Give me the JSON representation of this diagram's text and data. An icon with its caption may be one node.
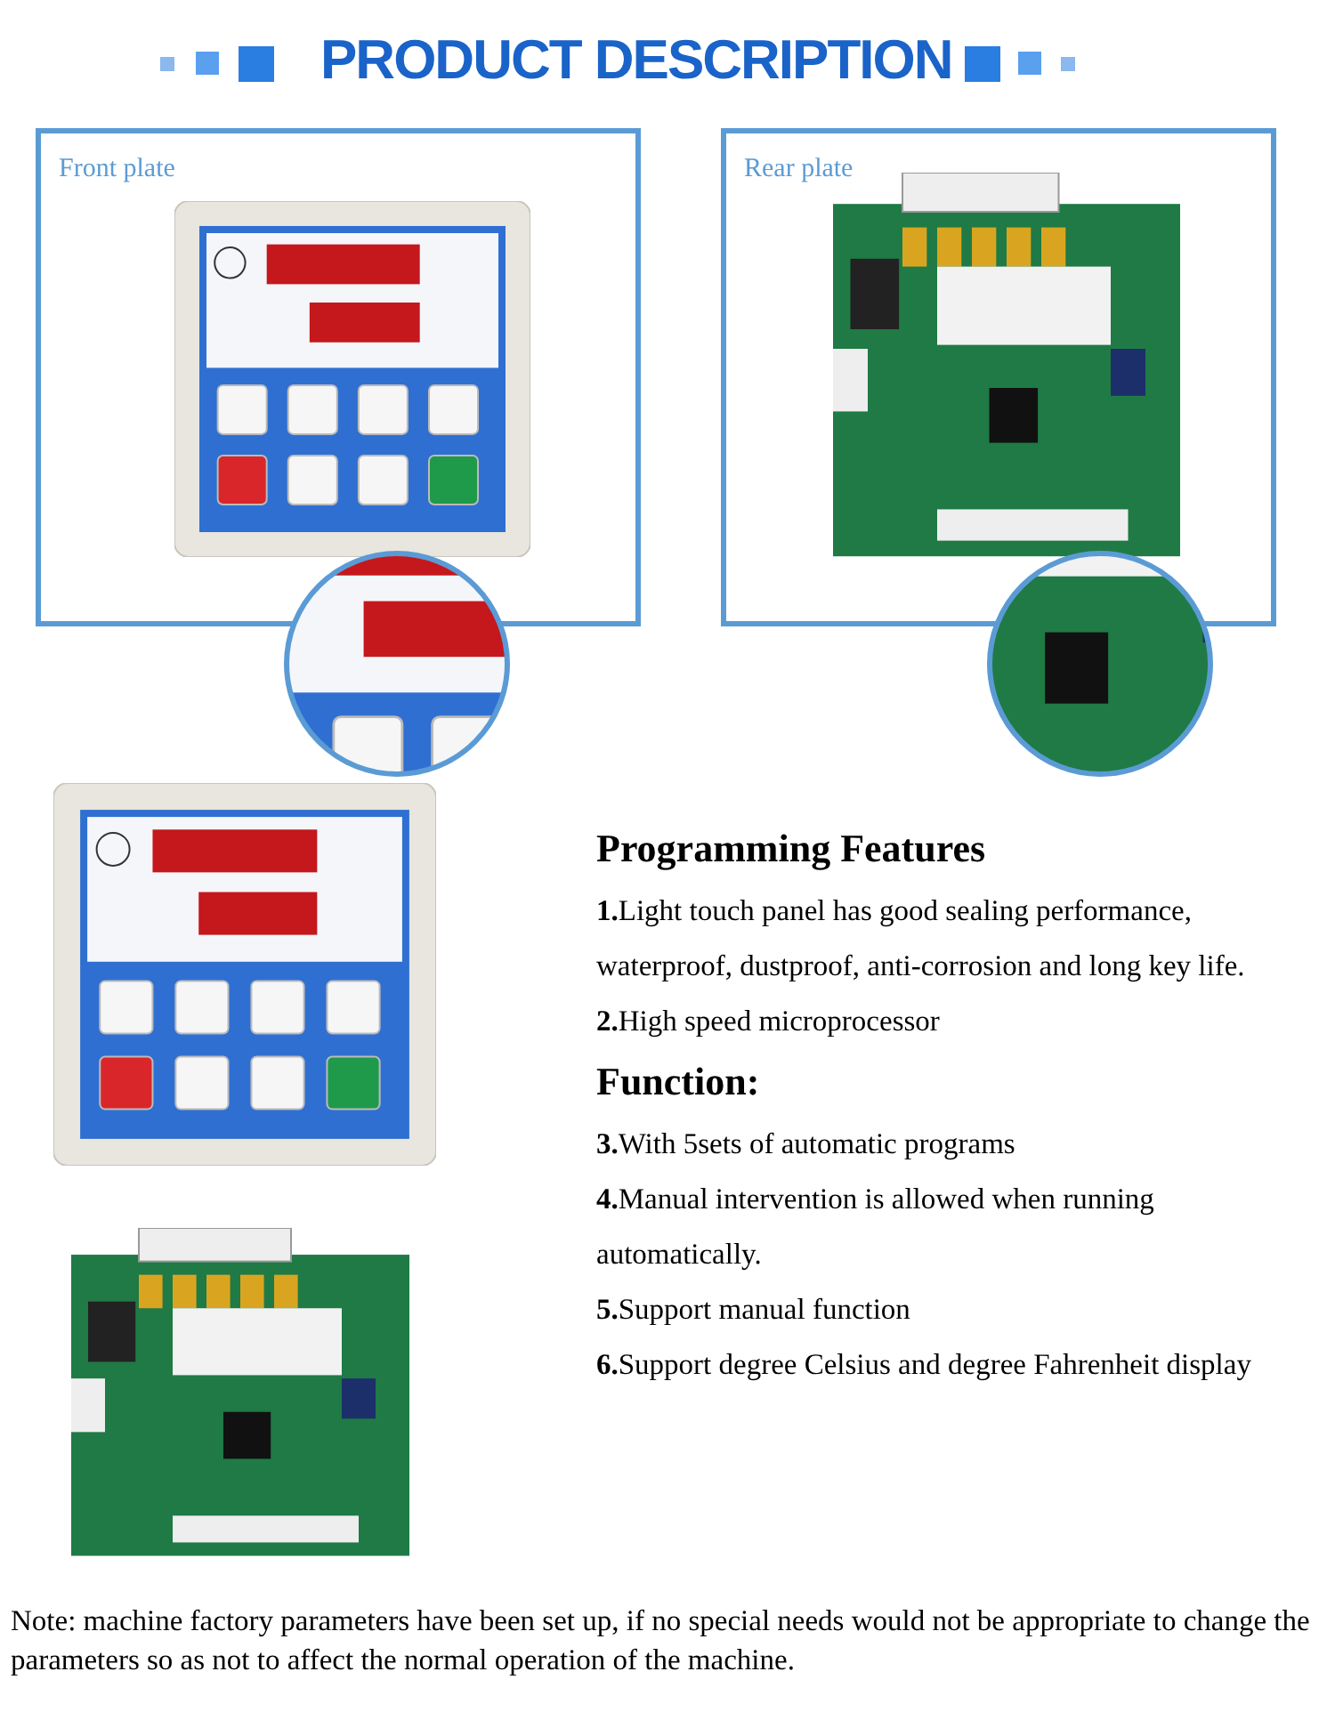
{
  "diagram": {
    "title": "PRODUCT DESCRIPTION",
    "nodes": [
      {
        "text": [
          "Front plate"
        ]
      },
      {
        "text": [
          "Rear plate"
        ]
      }
    ],
    "labels": [
      "Programming Features",
      "**1.**Light touch panel has good sealing performance, waterproof, dustproof, anti-corrosion and long key life.",
      "**2.**High speed microprocessor",
      "Function:",
      "**3.**With 5sets of automatic programs",
      "**4.**Manual intervention is allowed when running automatically.",
      "**5.**Support manual function",
      "**6.**Support degree Celsius and degree Fahrenheit display",
      "Note: machine factory parameters have been set up, if no special needs would not be appropriate to change the parameters so as not to affect the normal operation of the machine."
    ]
  }
}
